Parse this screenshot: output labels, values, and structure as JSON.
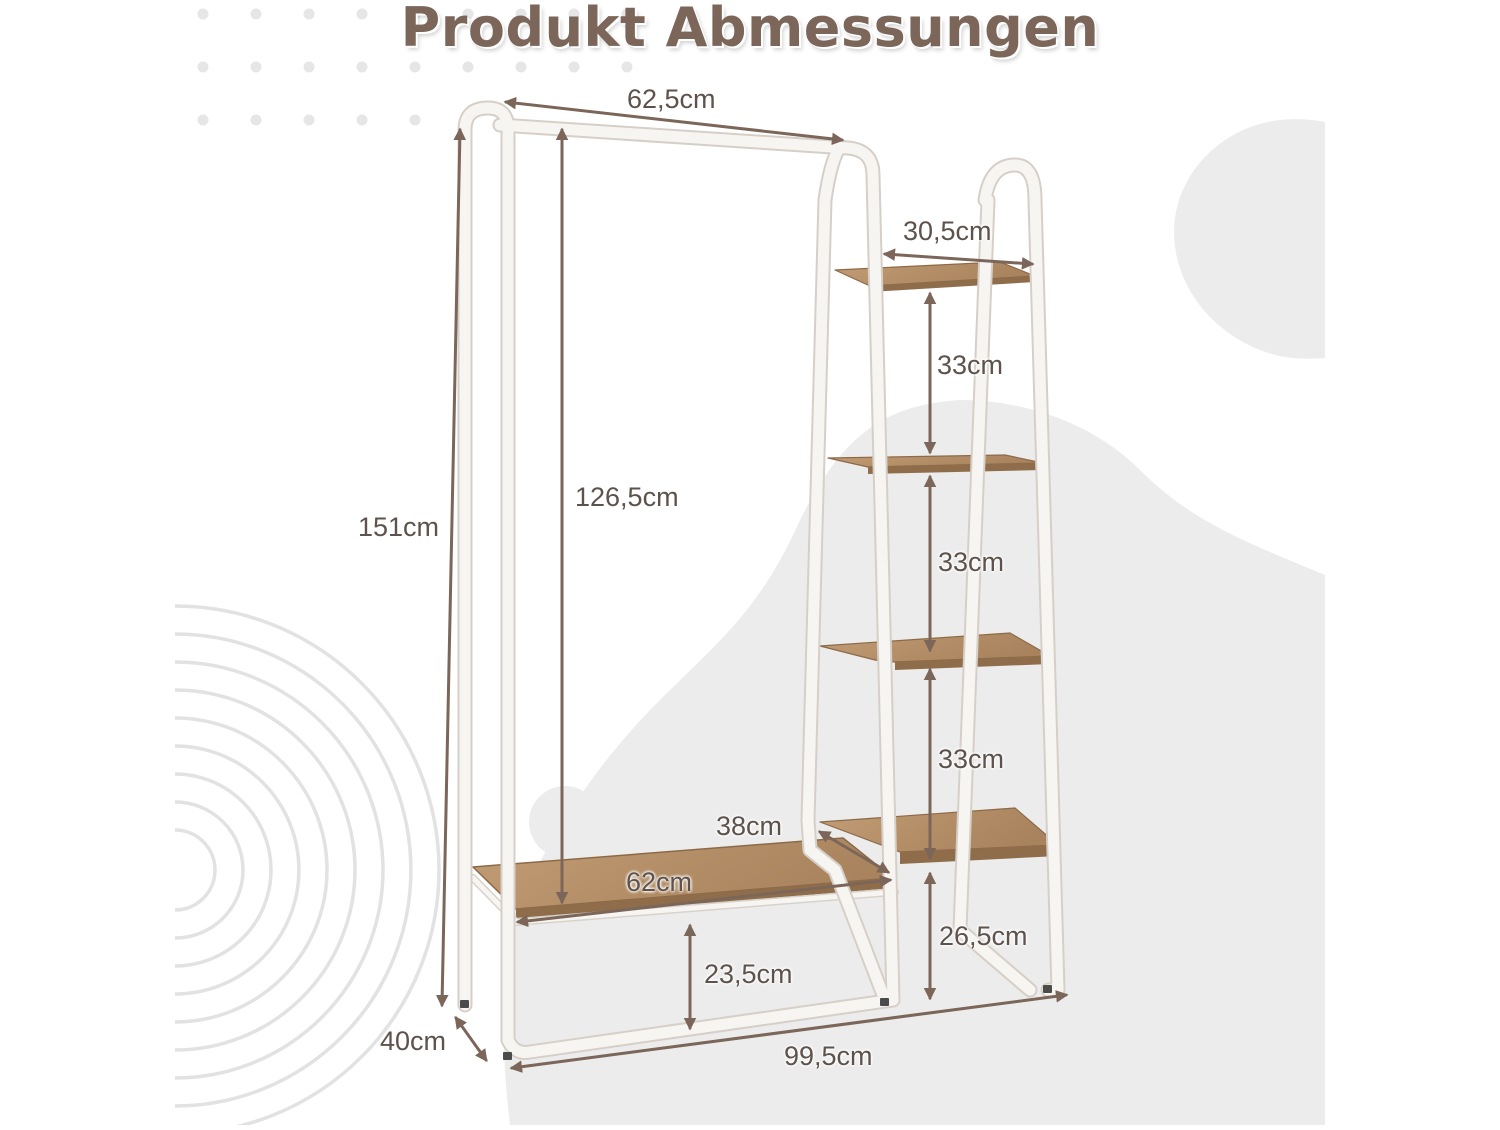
{
  "title": "Produkt Abmessungen",
  "colors": {
    "title": "#7b6659",
    "arrow": "#7b6659",
    "label": "#5d524c",
    "frame": "#f7f5f2",
    "frame_outline": "#d8d2cb",
    "wood": "#b48f68",
    "wood_dark": "#8c6a48",
    "background_shape": "#ececec",
    "background_lines": "#e4e4e4"
  },
  "dimensions": {
    "top_rail_width": "62,5cm",
    "shelf_width": "30,5cm",
    "shelf_gap_1": "33cm",
    "shelf_gap_2": "33cm",
    "shelf_gap_3": "33cm",
    "total_height": "151cm",
    "rail_height": "126,5cm",
    "shelf_depth": "38cm",
    "bottom_shelf_width": "62cm",
    "bottom_shelf_height": "23,5cm",
    "lowest_shelf_height": "26,5cm",
    "depth": "40cm",
    "total_width": "99,5cm"
  }
}
